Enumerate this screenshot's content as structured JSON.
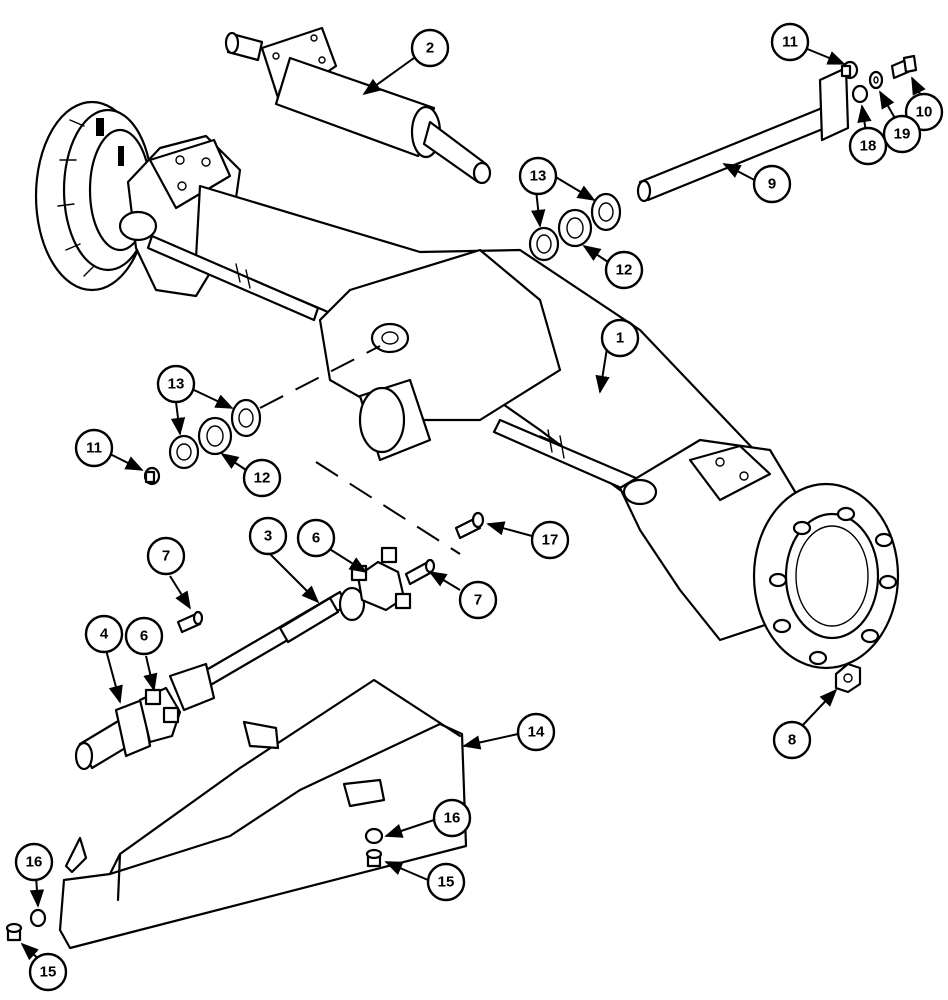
{
  "callouts": {
    "c1": "1",
    "c2": "2",
    "c3": "3",
    "c4": "4",
    "c6a": "6",
    "c6b": "6",
    "c7a": "7",
    "c7b": "7",
    "c8": "8",
    "c9": "9",
    "c10": "10",
    "c11a": "11",
    "c11b": "11",
    "c12a": "12",
    "c12b": "12",
    "c13a": "13",
    "c13b": "13",
    "c14": "14",
    "c15a": "15",
    "c15b": "15",
    "c16a": "16",
    "c16b": "16",
    "c17": "17",
    "c18": "18",
    "c19": "19"
  },
  "icons": {
    "arrowhead": "arrowhead-icon"
  }
}
